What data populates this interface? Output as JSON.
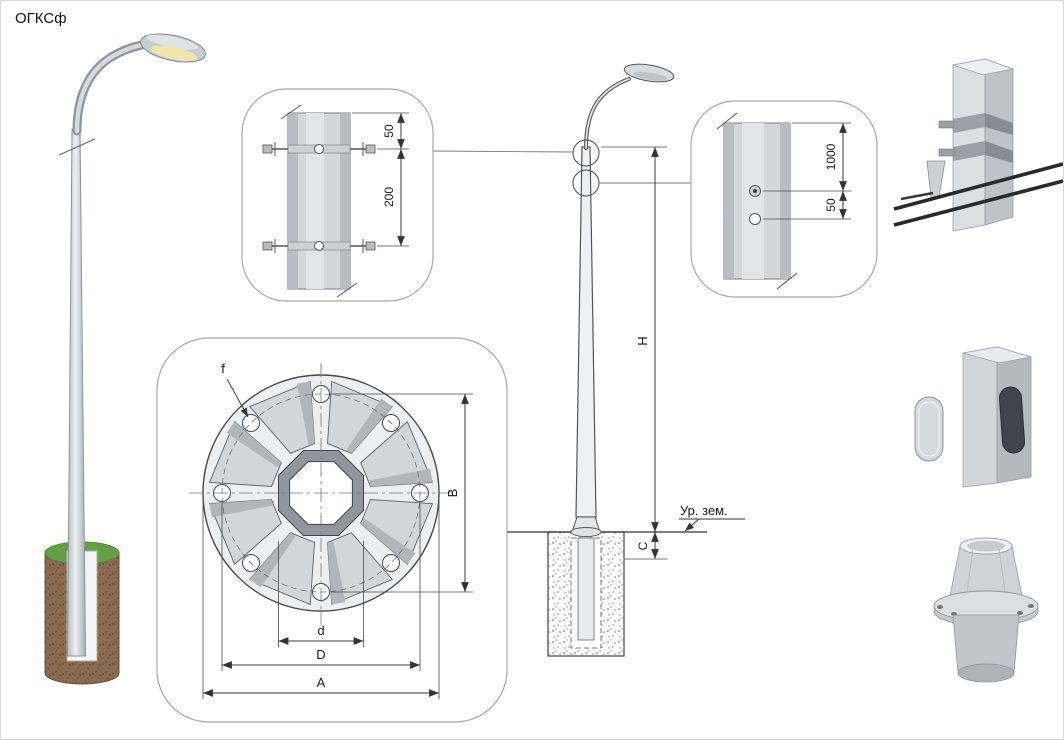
{
  "title": "ОГКСф",
  "dimensions": {
    "clamp_detail": {
      "top_offset": "50",
      "bolt_spacing": "200"
    },
    "hole_detail": {
      "from_top": "1000",
      "hole_spacing": "50"
    },
    "flange_plan": {
      "hole_diameter": "f",
      "bolt_span": "B",
      "shaft_width": "d",
      "bolt_circle": "D",
      "plate_width": "A"
    },
    "elevation": {
      "height": "H",
      "reveal": "C",
      "ground_level": "Ур. зем."
    }
  },
  "colors": {
    "line": "#3a3a3a",
    "panel_stroke": "#a8a8a8",
    "metal_light": "#e8eaec",
    "metal_mid": "#c7cbce",
    "metal_dark": "#9aa0a5",
    "grass": "#63a043",
    "soil": "#8a6a50",
    "lamp_glow": "#efe6ad"
  }
}
